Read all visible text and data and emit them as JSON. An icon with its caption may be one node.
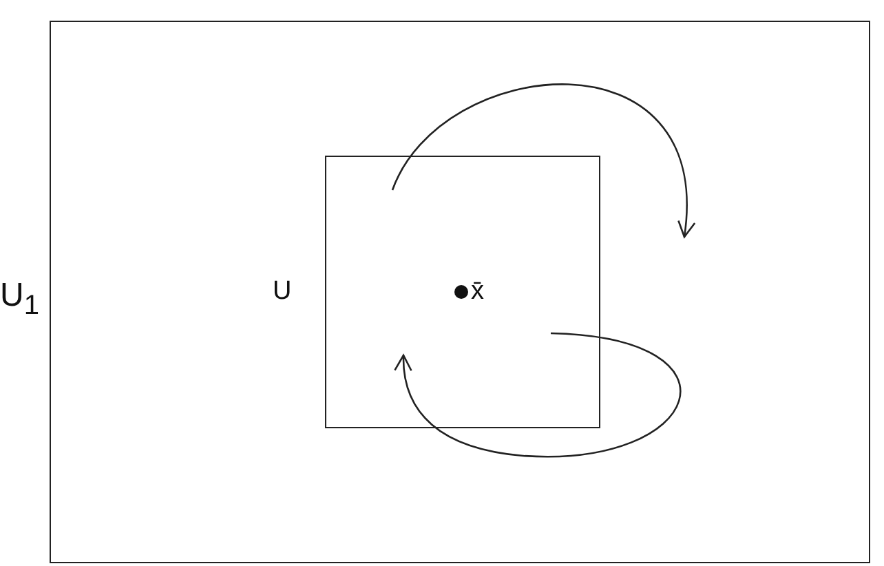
{
  "diagram": {
    "nodes": [
      {
        "text": [
          "U$_{1}$"
        ]
      },
      {
        "text": [
          "U"
        ],
        "in": 0
      }
    ],
    "labels": [
      "x̄"
    ]
  }
}
